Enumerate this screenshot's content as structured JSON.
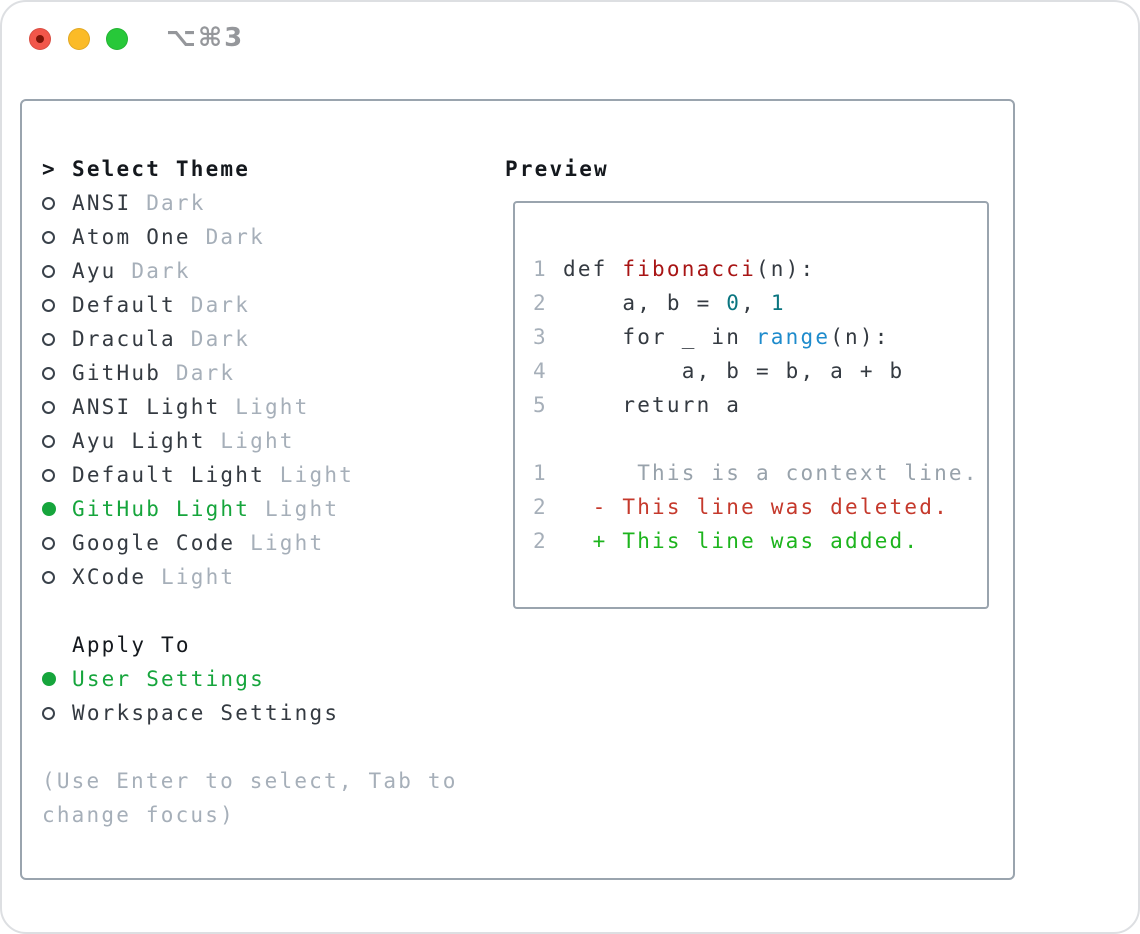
{
  "window": {
    "title": "⌥⌘3"
  },
  "theme_list": {
    "header_prefix": ">",
    "header": "Select Theme",
    "items": [
      {
        "name": "ANSI",
        "variant": "Dark",
        "selected": false
      },
      {
        "name": "Atom One",
        "variant": "Dark",
        "selected": false
      },
      {
        "name": "Ayu",
        "variant": "Dark",
        "selected": false
      },
      {
        "name": "Default",
        "variant": "Dark",
        "selected": false
      },
      {
        "name": "Dracula",
        "variant": "Dark",
        "selected": false
      },
      {
        "name": "GitHub",
        "variant": "Dark",
        "selected": false
      },
      {
        "name": "ANSI Light",
        "variant": "Light",
        "selected": false
      },
      {
        "name": "Ayu Light",
        "variant": "Light",
        "selected": false
      },
      {
        "name": "Default Light",
        "variant": "Light",
        "selected": false
      },
      {
        "name": "GitHub Light",
        "variant": "Light",
        "selected": true
      },
      {
        "name": "Google Code",
        "variant": "Light",
        "selected": false
      },
      {
        "name": "XCode",
        "variant": "Light",
        "selected": false
      }
    ]
  },
  "apply_to": {
    "header": "Apply To",
    "options": [
      {
        "label": "User Settings",
        "selected": true
      },
      {
        "label": "Workspace Settings",
        "selected": false
      }
    ]
  },
  "hint": "(Use Enter to select, Tab to change focus)",
  "preview": {
    "header": "Preview",
    "lines": [
      {
        "num": "1",
        "segments": [
          {
            "t": "def ",
            "c": "code"
          },
          {
            "t": "fibonacci",
            "c": "func"
          },
          {
            "t": "(n):",
            "c": "code"
          }
        ]
      },
      {
        "num": "2",
        "segments": [
          {
            "t": "    a, b = ",
            "c": "code"
          },
          {
            "t": "0",
            "c": "number"
          },
          {
            "t": ", ",
            "c": "code"
          },
          {
            "t": "1",
            "c": "number"
          }
        ]
      },
      {
        "num": "3",
        "segments": [
          {
            "t": "    for _ in ",
            "c": "code"
          },
          {
            "t": "range",
            "c": "builtin"
          },
          {
            "t": "(n):",
            "c": "code"
          }
        ]
      },
      {
        "num": "4",
        "segments": [
          {
            "t": "        a, b = b, a + b",
            "c": "code"
          }
        ]
      },
      {
        "num": "5",
        "segments": [
          {
            "t": "    return a",
            "c": "code"
          }
        ]
      },
      {
        "num": "",
        "segments": []
      },
      {
        "num": "1",
        "segments": [
          {
            "t": "     This is a context line.",
            "c": "context"
          }
        ]
      },
      {
        "num": "2",
        "segments": [
          {
            "t": "  - This line was deleted.",
            "c": "deleted"
          }
        ]
      },
      {
        "num": "2",
        "segments": [
          {
            "t": "  + This line was added.",
            "c": "added"
          }
        ]
      }
    ]
  },
  "colors": {
    "text_dark": "#343a41",
    "muted_gray": "#a6afb9",
    "context_gray": "#98a2ab",
    "border_gray": "#9aa4ae",
    "accent_green": "#16a53c",
    "added_green": "#1db41d",
    "deleted_red": "#c5392c",
    "function_red": "#a81515",
    "number_teal": "#0a7580",
    "builtin_blue": "#1e8bcc"
  }
}
